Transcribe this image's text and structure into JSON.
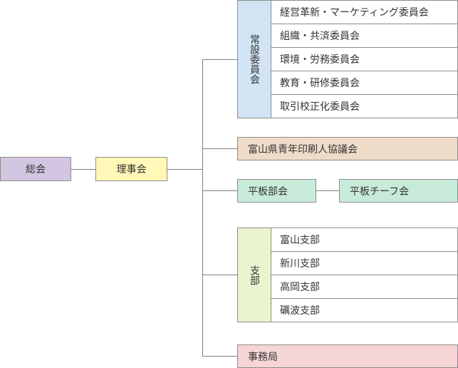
{
  "general_meeting": "総会",
  "board": "理事会",
  "standing_committees": {
    "label": "常設委員会",
    "items": [
      "経営革新・マーケティング委員会",
      "組織・共済委員会",
      "環境・労務委員会",
      "教育・研修委員会",
      "取引校正化委員会"
    ]
  },
  "youth_association": "富山県青年印刷人協議会",
  "hiraita": {
    "division": "平板部会",
    "team": "平板チーフ会"
  },
  "branches": {
    "label": "支部",
    "items": [
      "富山支部",
      "新川支部",
      "高岡支部",
      "礪波支部"
    ]
  },
  "secretariat": "事務局",
  "colors": {
    "general_meeting": "#d2c6e2",
    "board": "#fff8b6",
    "standing_committees": "#d2e3f3",
    "youth_association": "#efdcc8",
    "hiraita": "#c8ebd9",
    "branches": "#eaf4cf",
    "secretariat": "#f6d5d7"
  }
}
